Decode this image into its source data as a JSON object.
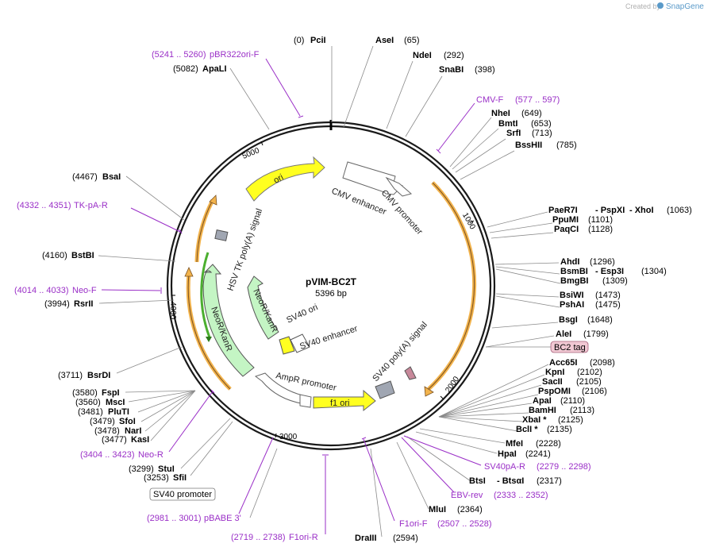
{
  "credit": {
    "created_by": "Created by",
    "brand": "SnapGene"
  },
  "plasmid": {
    "name": "pVIM-BC2T",
    "length": "5396 bp"
  },
  "ticks": {
    "t1000": "1000",
    "t2000": "2000",
    "t3000": "3000",
    "t4000": "4000",
    "t5000": "5000"
  },
  "features": {
    "cmv_enhancer": "CMV enhancer",
    "cmv_promoter": "CMV promoter",
    "ori": "ori",
    "hsv_tk": "HSV TK poly(A) signal",
    "neor_outer": "NeoR/KanR",
    "neor_inner": "NeoR/KanR",
    "sv40_ori": "SV40 ori",
    "sv40_enhancer": "SV40 enhancer",
    "sv40_polya": "SV40 poly(A) signal",
    "ampr_promoter": "AmpR promoter",
    "f1_ori": "f1 ori",
    "bc2_tag": "BC2 tag",
    "sv40_promoter": "SV40 promoter"
  },
  "sites": {
    "pcil": {
      "pos": "(0)",
      "name": "PciI"
    },
    "asel": {
      "name": "AseI",
      "pos": "(65)"
    },
    "ndel": {
      "name": "NdeI",
      "pos": "(292)"
    },
    "snabi": {
      "name": "SnaBI",
      "pos": "(398)"
    },
    "cmvf": {
      "name": "CMV-F",
      "pos": "(577 .. 597)"
    },
    "nhel": {
      "name": "NheI",
      "pos": "(649)"
    },
    "bmtl": {
      "name": "BmtI",
      "pos": "(653)"
    },
    "srfl": {
      "name": "SrfI",
      "pos": "(713)"
    },
    "bsshii": {
      "name": "BssHII",
      "pos": "(785)"
    },
    "paer7i": {
      "name": "PaeR7I",
      "sep1": "- PspXI",
      "sep2": "- XhoI",
      "pos": "(1063)"
    },
    "ppumi": {
      "name": "PpuMI",
      "pos": "(1101)"
    },
    "paqci": {
      "name": "PaqCI",
      "pos": "(1128)"
    },
    "ahdi": {
      "name": "AhdI",
      "pos": "(1296)"
    },
    "bsmbi": {
      "name": "BsmBI",
      "sep": "- Esp3I",
      "pos": "(1304)"
    },
    "bmgbi": {
      "name": "BmgBI",
      "pos": "(1309)"
    },
    "bsiwi": {
      "name": "BsiWI",
      "pos": "(1473)"
    },
    "pshai": {
      "name": "PshAI",
      "pos": "(1475)"
    },
    "bsgi": {
      "name": "BsgI",
      "pos": "(1648)"
    },
    "alei": {
      "name": "AleI",
      "pos": "(1799)"
    },
    "acc65i": {
      "name": "Acc65I",
      "pos": "(2098)"
    },
    "kpni": {
      "name": "KpnI",
      "pos": "(2102)"
    },
    "sacii": {
      "name": "SacII",
      "pos": "(2105)"
    },
    "pspomi": {
      "name": "PspOMI",
      "pos": "(2106)"
    },
    "apai": {
      "name": "ApaI",
      "pos": "(2110)"
    },
    "bamhi": {
      "name": "BamHI",
      "pos": "(2113)"
    },
    "xbai": {
      "name": "XbaI *",
      "pos": "(2125)"
    },
    "bcli": {
      "name": "BclI *",
      "pos": "(2135)"
    },
    "mfei": {
      "name": "MfeI",
      "pos": "(2228)"
    },
    "hpai": {
      "name": "HpaI",
      "pos": "(2241)"
    },
    "sv40par": {
      "name": "SV40pA-R",
      "pos": "(2279 .. 2298)"
    },
    "bstsi": {
      "name": "BtsI",
      "sep": "- BtsαI",
      "pos": "(2317)"
    },
    "ebvrev": {
      "name": "EBV-rev",
      "pos": "(2333 .. 2352)"
    },
    "mlui": {
      "name": "MluI",
      "pos": "(2364)"
    },
    "f1orif": {
      "name": "F1ori-F",
      "pos": "(2507 .. 2528)"
    },
    "draiii": {
      "name": "DraIII",
      "pos": "(2594)"
    },
    "f1orir": {
      "pos": "(2719 .. 2738)",
      "name": "F1ori-R"
    },
    "pbabe3": {
      "pos": "(2981 .. 3001)",
      "name": "pBABE 3'"
    },
    "sfii": {
      "pos": "(3253)",
      "name": "SfiI"
    },
    "stui": {
      "pos": "(3299)",
      "name": "StuI"
    },
    "neor": {
      "pos": "(3404 .. 3423)",
      "name": "Neo-R"
    },
    "kasi": {
      "pos": "(3477)",
      "name": "KasI"
    },
    "nari": {
      "pos": "(3478)",
      "name": "NarI"
    },
    "sfoi": {
      "pos": "(3479)",
      "name": "SfoI"
    },
    "pluti": {
      "pos": "(3481)",
      "name": "PluTI"
    },
    "msci": {
      "pos": "(3560)",
      "name": "MscI"
    },
    "fspi": {
      "pos": "(3580)",
      "name": "FspI"
    },
    "bsrdi": {
      "pos": "(3711)",
      "name": "BsrDI"
    },
    "rsrii": {
      "pos": "(3994)",
      "name": "RsrII"
    },
    "neof": {
      "pos": "(4014 .. 4033)",
      "name": "Neo-F"
    },
    "bstbi": {
      "pos": "(4160)",
      "name": "BstBI"
    },
    "tkpar": {
      "pos": "(4332 .. 4351)",
      "name": "TK-pA-R"
    },
    "bsai": {
      "pos": "(4467)",
      "name": "BsaI"
    },
    "apali": {
      "pos": "(5082)",
      "name": "ApaLI"
    },
    "pbr322": {
      "pos": "(5241 .. 5260)",
      "name": "pBR322ori-F"
    }
  }
}
